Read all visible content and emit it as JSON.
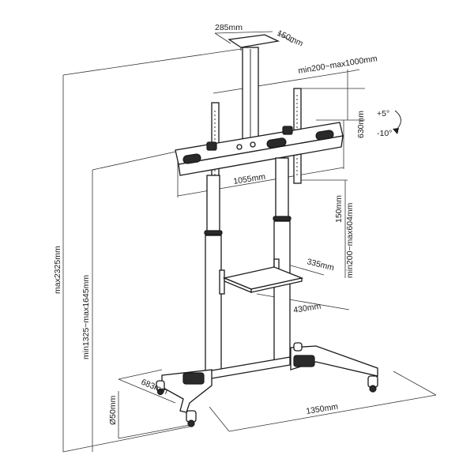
{
  "dimensions": {
    "top_plate_width": "285mm",
    "top_plate_depth": "150mm",
    "vesa_horizontal_range": "min200~max1000mm",
    "vesa_vertical": "630mm",
    "tilt_up": "+5°",
    "tilt_down": "-10°",
    "mount_width": "1055mm",
    "column_adjust": "150mm",
    "shelf_height_range": "min200~max604mm",
    "shelf_depth": "335mm",
    "shelf_width": "430mm",
    "max_height": "max2325mm",
    "mount_height_range": "min1325~max1645mm",
    "base_depth": "683mm",
    "base_width": "1350mm",
    "column_diameter": "Ø50mm"
  }
}
